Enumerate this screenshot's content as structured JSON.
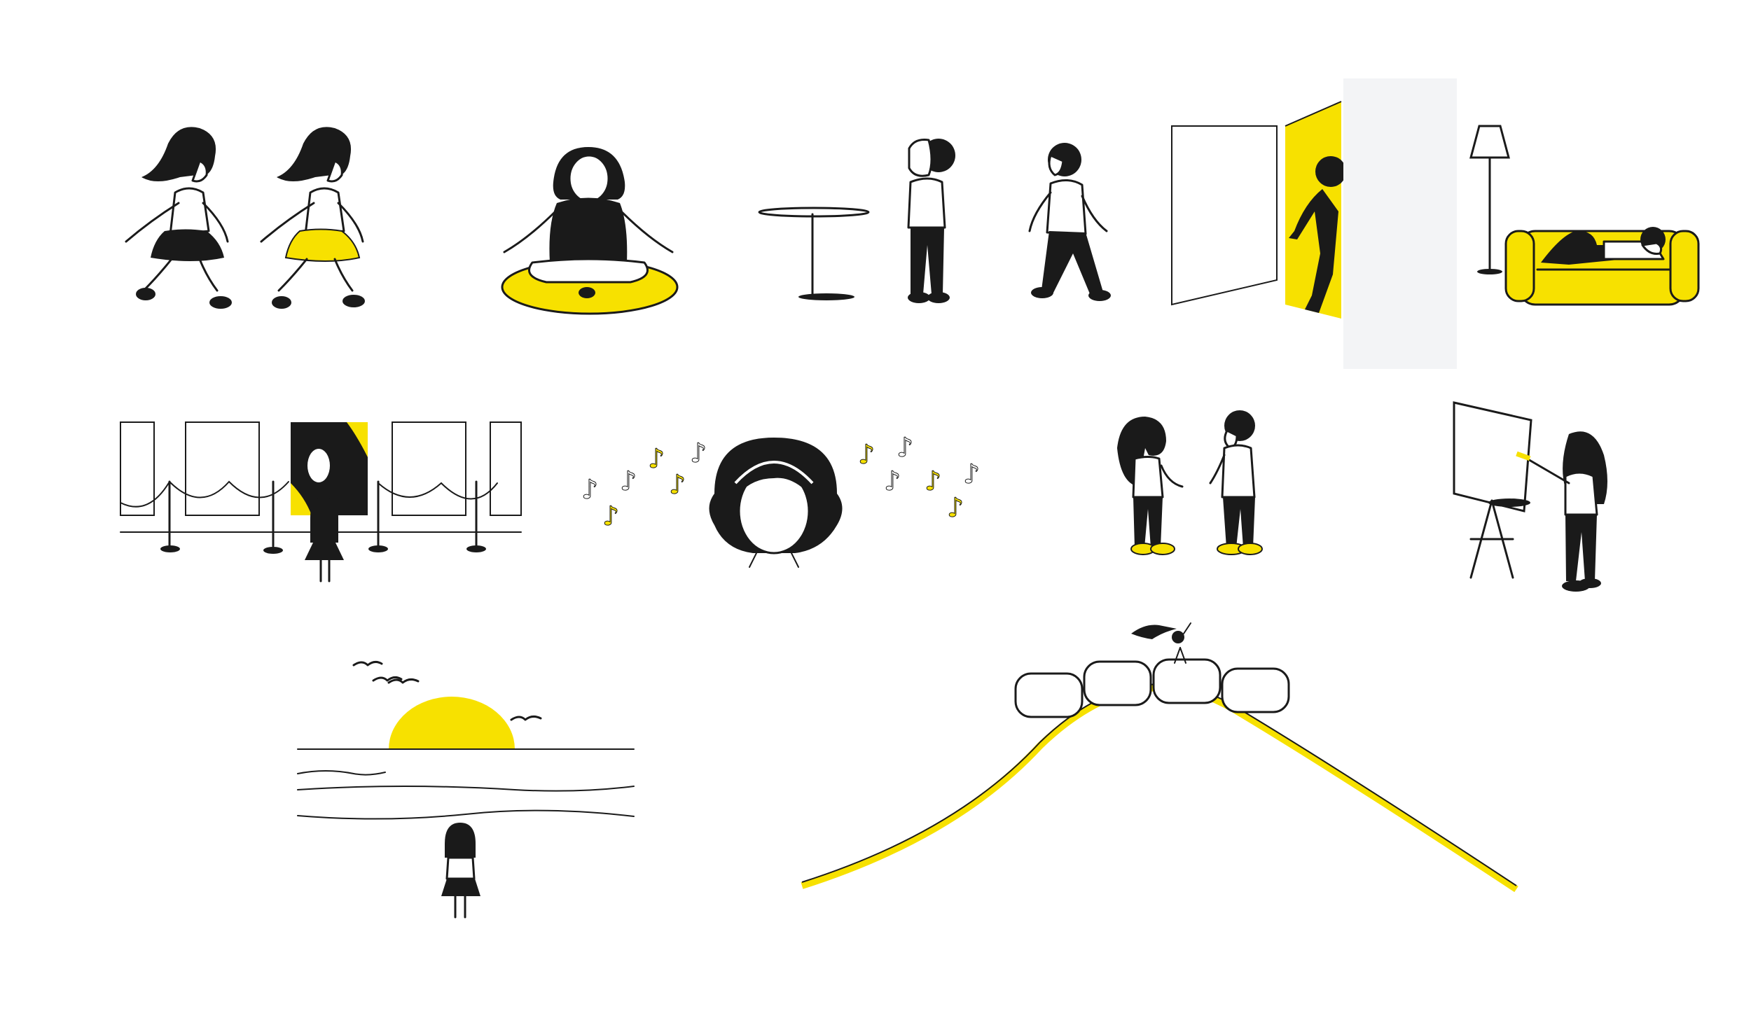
{
  "colors": {
    "accent": "#f7e100",
    "ink": "#1a1a1a",
    "background": "#ffffff",
    "panel": "#f3f4f6"
  },
  "scenes": [
    {
      "id": "two-girls-walking"
    },
    {
      "id": "meditating-woman"
    },
    {
      "id": "boy-at-table-facepalm"
    },
    {
      "id": "boy-walking"
    },
    {
      "id": "boy-at-open-door"
    },
    {
      "id": "person-on-sofa"
    },
    {
      "id": "girl-in-gallery"
    },
    {
      "id": "girl-with-headphones-music"
    },
    {
      "id": "girl-and-boy-talking"
    },
    {
      "id": "girl-painting-easel"
    },
    {
      "id": "girl-watching-sunset"
    },
    {
      "id": "girl-on-rollercoaster-hill"
    }
  ],
  "icons": [
    "music-note-icon",
    "bird-icon",
    "sun-icon",
    "lamp-icon",
    "sofa-icon",
    "door-icon",
    "easel-icon",
    "table-icon",
    "headphones-icon"
  ]
}
